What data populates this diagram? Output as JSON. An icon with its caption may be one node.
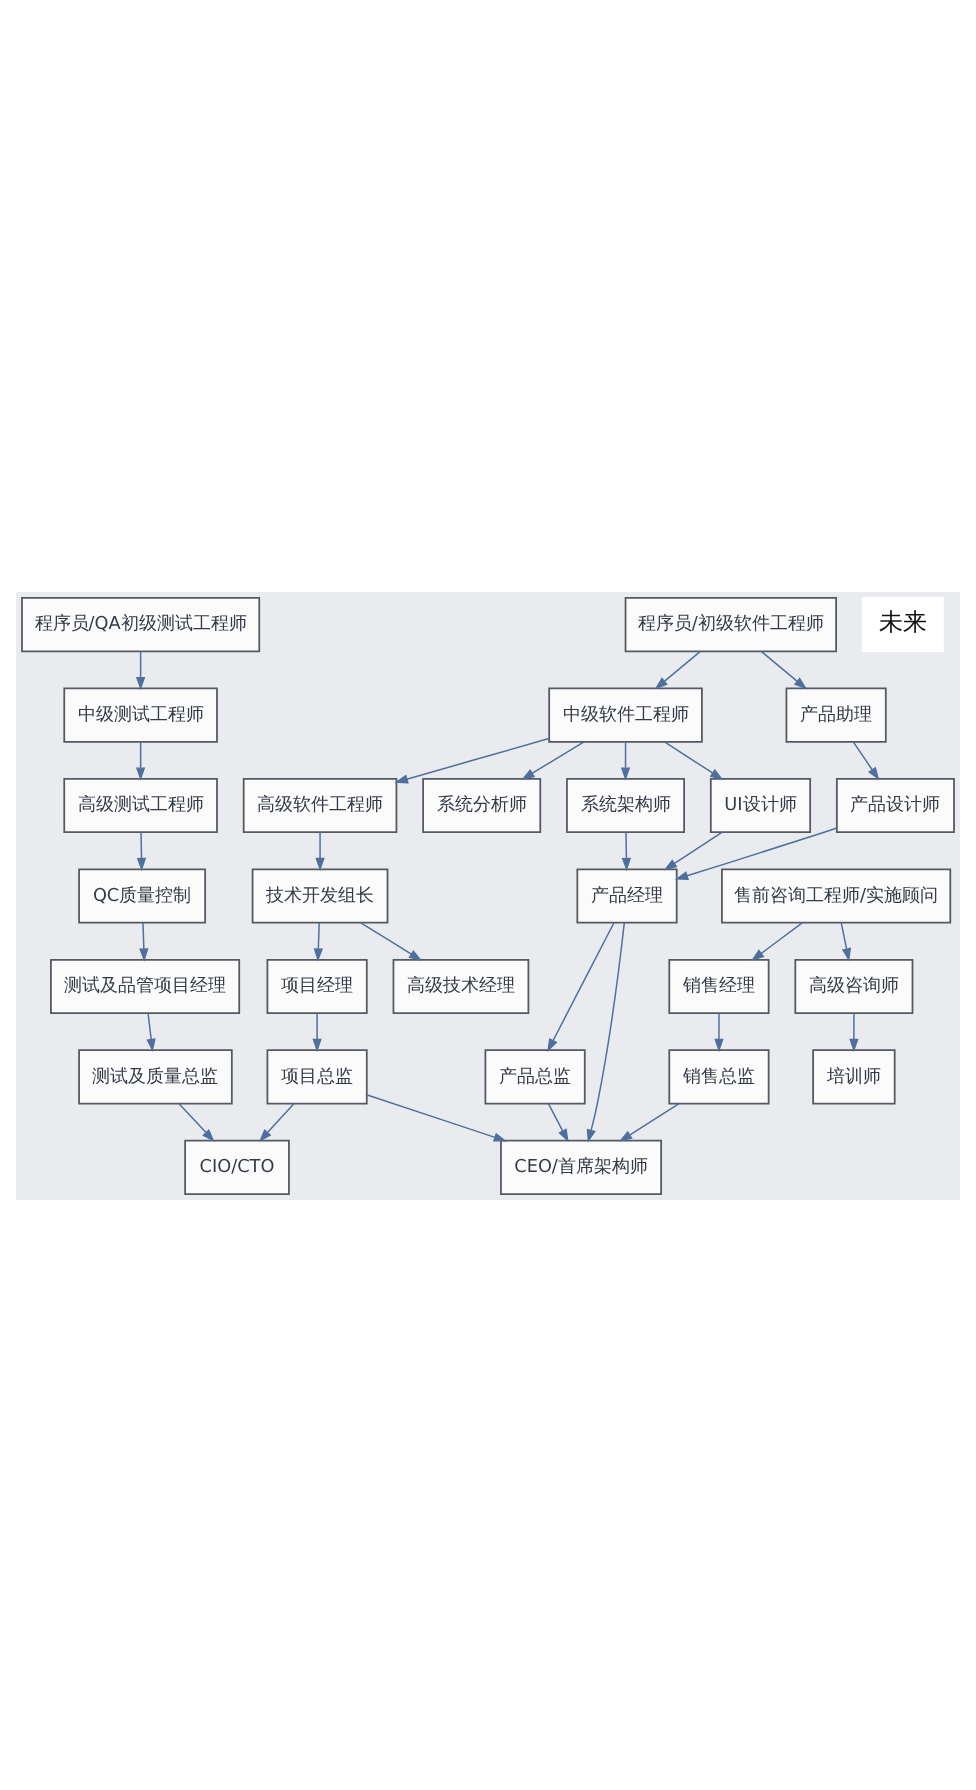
{
  "diagram": {
    "nodes": [
      {
        "text": [
          "程序员/QA初级测试工程师"
        ]
      },
      {
        "text": [
          "程序员/初级软件工程师"
        ]
      },
      {
        "text": [
          "中级测试工程师"
        ]
      },
      {
        "text": [
          "中级软件工程师"
        ]
      },
      {
        "text": [
          "产品助理"
        ]
      },
      {
        "text": [
          "高级测试工程师"
        ]
      },
      {
        "text": [
          "高级软件工程师"
        ]
      },
      {
        "text": [
          "产品设计师"
        ]
      },
      {
        "text": [
          "系统分析师"
        ]
      },
      {
        "text": [
          "QC质量控制"
        ]
      },
      {
        "text": [
          "技术开发组长"
        ]
      },
      {
        "text": [
          "售前咨询工程师/实施顾问"
        ]
      },
      {
        "text": [
          "系统架构师"
        ]
      },
      {
        "text": [
          "UI设计师"
        ]
      },
      {
        "text": [
          "测试及品管项目经理"
        ]
      },
      {
        "text": [
          "项目经理"
        ]
      },
      {
        "text": [
          "产品经理"
        ]
      },
      {
        "text": [
          "高级技术经理"
        ]
      },
      {
        "text": [
          "销售经理"
        ]
      },
      {
        "text": [
          "高级咨询师"
        ]
      },
      {
        "text": [
          "测试及质量总监"
        ]
      },
      {
        "text": [
          "项目总监"
        ]
      },
      {
        "text": [
          "产品总监"
        ]
      },
      {
        "text": [
          "销售总监"
        ]
      },
      {
        "text": [
          "培训师"
        ]
      },
      {
        "text": [
          "CIO/CTO"
        ]
      },
      {
        "text": [
          "CEO/首席架构师"
        ]
      }
    ],
    "edges": [
      {
        "from": 0,
        "to": 2,
        "arrow": "to"
      },
      {
        "from": 1,
        "to": 3,
        "arrow": "to"
      },
      {
        "from": 1,
        "to": 4,
        "arrow": "to"
      },
      {
        "from": 2,
        "to": 5,
        "arrow": "to"
      },
      {
        "from": 3,
        "to": 6,
        "arrow": "to"
      },
      {
        "from": 3,
        "to": 8,
        "arrow": "to"
      },
      {
        "from": 3,
        "to": 12,
        "arrow": "to"
      },
      {
        "from": 3,
        "to": 13,
        "arrow": "to"
      },
      {
        "from": 4,
        "to": 7,
        "arrow": "to"
      },
      {
        "from": 5,
        "to": 9,
        "arrow": "to"
      },
      {
        "from": 6,
        "to": 10,
        "arrow": "to"
      },
      {
        "from": 10,
        "to": 17,
        "arrow": "to"
      },
      {
        "from": 9,
        "to": 14,
        "arrow": "to"
      },
      {
        "from": 10,
        "to": 15,
        "arrow": "to"
      },
      {
        "from": 12,
        "to": 16,
        "arrow": "to"
      },
      {
        "from": 13,
        "to": 16,
        "arrow": "to"
      },
      {
        "from": 7,
        "to": 16,
        "arrow": "to"
      },
      {
        "from": 14,
        "to": 20,
        "arrow": "to"
      },
      {
        "from": 15,
        "to": 21,
        "arrow": "to"
      },
      {
        "from": 16,
        "to": 26,
        "arrow": "to"
      },
      {
        "from": 16,
        "to": 22,
        "arrow": "to"
      },
      {
        "from": 11,
        "to": 18,
        "arrow": "to"
      },
      {
        "from": 11,
        "to": 19,
        "arrow": "to"
      },
      {
        "from": 18,
        "to": 23,
        "arrow": "to"
      },
      {
        "from": 19,
        "to": 24,
        "arrow": "to"
      },
      {
        "from": 20,
        "to": 25,
        "arrow": "to"
      },
      {
        "from": 21,
        "to": 25,
        "arrow": "to"
      },
      {
        "from": 21,
        "to": 26,
        "arrow": "to"
      },
      {
        "from": 22,
        "to": 26,
        "arrow": "to"
      },
      {
        "from": 23,
        "to": 26,
        "arrow": "to"
      }
    ],
    "labels": [
      "未来"
    ]
  }
}
